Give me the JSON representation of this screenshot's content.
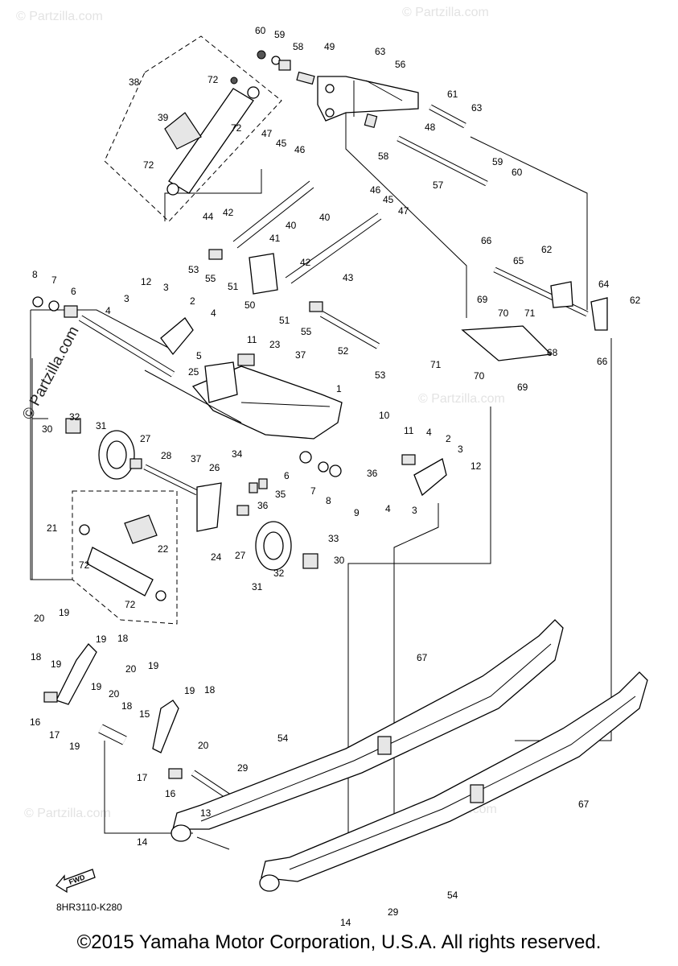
{
  "diagram": {
    "code": "8HR3110-K280",
    "copyright": "©2015 Yamaha Motor Corporation, U.S.A. All rights reserved.",
    "watermark": "© Partzilla.com",
    "fwd_label": "FWD"
  },
  "callouts": [
    "60",
    "59",
    "58",
    "49",
    "63",
    "56",
    "38",
    "72",
    "72",
    "39",
    "72",
    "47",
    "45",
    "46",
    "61",
    "63",
    "48",
    "58",
    "57",
    "59",
    "60",
    "46",
    "45",
    "47",
    "44",
    "42",
    "40",
    "40",
    "41",
    "53",
    "55",
    "51",
    "50",
    "42",
    "43",
    "66",
    "65",
    "62",
    "64",
    "62",
    "8",
    "7",
    "6",
    "12",
    "3",
    "3",
    "2",
    "4",
    "4",
    "5",
    "11",
    "23",
    "37",
    "69",
    "70",
    "71",
    "25",
    "52",
    "53",
    "55",
    "51",
    "1",
    "10",
    "11",
    "4",
    "2",
    "3",
    "12",
    "71",
    "70",
    "68",
    "69",
    "66",
    "31",
    "32",
    "30",
    "27",
    "28",
    "37",
    "26",
    "34",
    "35",
    "36",
    "6",
    "7",
    "8",
    "9",
    "36",
    "4",
    "3",
    "21",
    "22",
    "72",
    "72",
    "24",
    "27",
    "33",
    "30",
    "32",
    "31",
    "20",
    "19",
    "19",
    "18",
    "18",
    "19",
    "20",
    "19",
    "16",
    "17",
    "19",
    "20",
    "19",
    "18",
    "18",
    "15",
    "19",
    "17",
    "20",
    "16",
    "13",
    "29",
    "54",
    "67",
    "67",
    "14",
    "14",
    "29",
    "54"
  ]
}
